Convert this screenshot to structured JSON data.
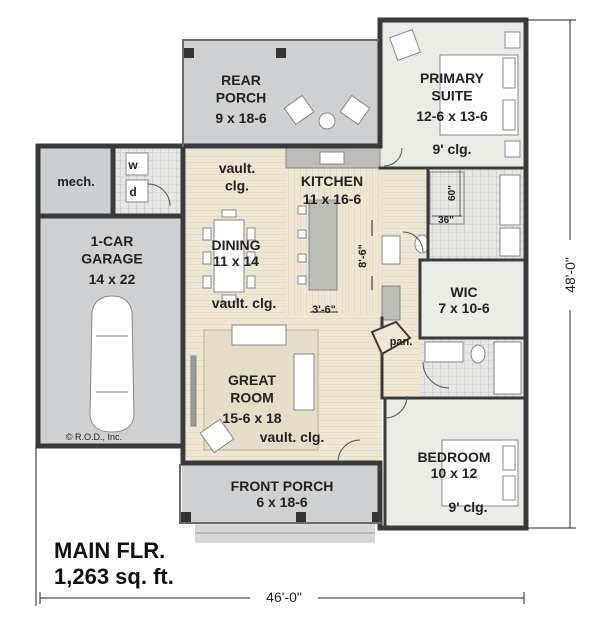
{
  "colors": {
    "wall": "#3a3a3a",
    "wood_floor": "#efe7d3",
    "concrete": "#cfd0d1",
    "tile": "#e4e4e2",
    "carpet": "#ebebe6",
    "counter": "#bdbdb7"
  },
  "rooms": {
    "rear_porch": {
      "name": "REAR\nPORCH",
      "size": "9 x 18-6"
    },
    "primary_suite": {
      "name": "PRIMARY\nSUITE",
      "size": "12-6 x 13-6",
      "ceiling": "9' clg."
    },
    "mech": {
      "name": "mech."
    },
    "laundry_w": {
      "name": "w"
    },
    "laundry_d": {
      "name": "d"
    },
    "kitchen": {
      "name": "KITCHEN",
      "size": "11 x 16-6"
    },
    "garage": {
      "name": "1-CAR\nGARAGE",
      "size": "14 x 22"
    },
    "dining": {
      "name": "DINING",
      "size": "11 x 14"
    },
    "wic": {
      "name": "WIC",
      "size": "7 x 10-6"
    },
    "pantry": {
      "name": "pan."
    },
    "great_room": {
      "name": "GREAT\nROOM",
      "size": "15-6 x 18",
      "ceiling": "vault. clg."
    },
    "bedroom": {
      "name": "BEDROOM",
      "size": "10 x 12",
      "ceiling": "9' clg."
    },
    "front_porch": {
      "name": "FRONT PORCH",
      "size": "6 x 18-6"
    }
  },
  "notes": {
    "vault_clg_top": "vault.\nclg.",
    "vault_clg_mid": "vault. clg.",
    "island_depth": "8'-6\"",
    "island_width": "3'-6\"",
    "shower_width": "60\"",
    "shower_depth": "36\"",
    "copyright": "© R.O.D., Inc."
  },
  "dimensions": {
    "overall_width": "46'-0\"",
    "overall_depth": "48'-0\""
  },
  "plan_title": {
    "line1": "MAIN FLR.",
    "line2": "1,263 sq. ft."
  }
}
